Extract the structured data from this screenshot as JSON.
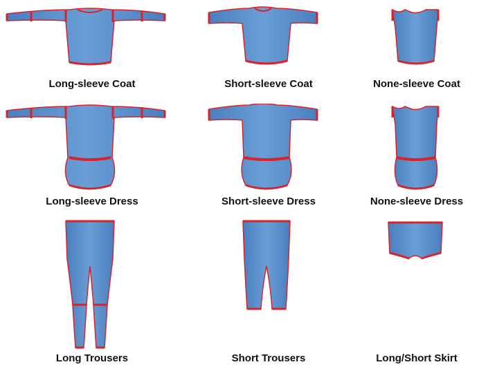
{
  "garment_fill": "#5b8fcc",
  "garment_shade": "#3f6ea8",
  "seam_color": "#d8232a",
  "items": [
    {
      "label": "Long-sleeve Coat"
    },
    {
      "label": "Short-sleeve Coat"
    },
    {
      "label": "None-sleeve Coat"
    },
    {
      "label": "Long-sleeve Dress"
    },
    {
      "label": "Short-sleeve Dress"
    },
    {
      "label": "None-sleeve Dress"
    },
    {
      "label": "Long Trousers"
    },
    {
      "label": "Short Trousers"
    },
    {
      "label": "Long/Short Skirt"
    }
  ]
}
